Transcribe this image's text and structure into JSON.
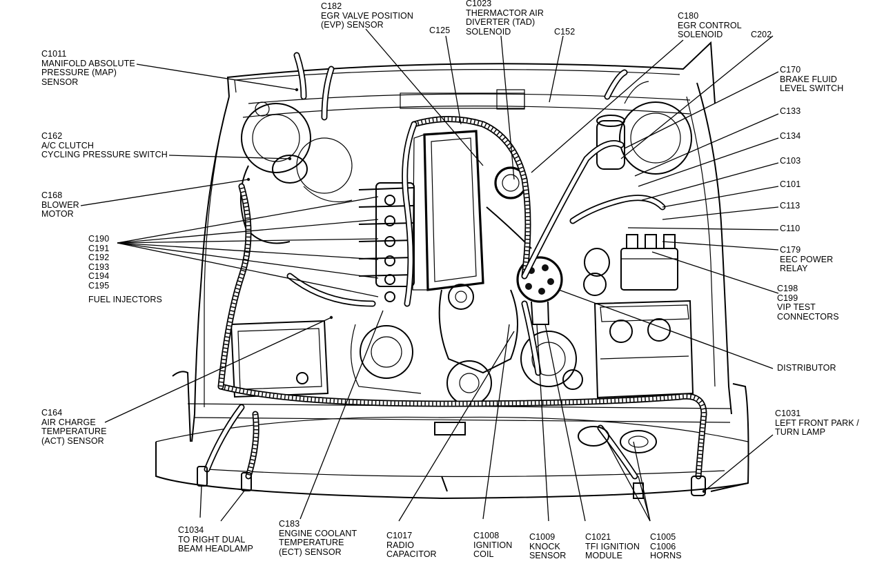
{
  "labels": {
    "c1011": [
      "C1011",
      "MANIFOLD ABSOLUTE",
      "PRESSURE (MAP)",
      "SENSOR"
    ],
    "c162": [
      "C162",
      "A/C CLUTCH",
      "CYCLING PRESSURE SWITCH"
    ],
    "c168": [
      "C168",
      "BLOWER",
      "MOTOR"
    ],
    "c190": [
      "C190",
      "C191",
      "C192",
      "C193",
      "C194",
      "C195"
    ],
    "fuel_injectors": [
      "FUEL INJECTORS"
    ],
    "c164": [
      "C164",
      "AIR CHARGE",
      "TEMPERATURE",
      "(ACT) SENSOR"
    ],
    "c1034": [
      "C1034",
      "TO RIGHT DUAL",
      "BEAM HEADLAMP"
    ],
    "c183": [
      "C183",
      "ENGINE COOLANT",
      "TEMPERATURE",
      "(ECT) SENSOR"
    ],
    "c1017": [
      "C1017",
      "RADIO",
      "CAPACITOR"
    ],
    "c1008": [
      "C1008",
      "IGNITION",
      "COIL"
    ],
    "c1009": [
      "C1009",
      "KNOCK",
      "SENSOR"
    ],
    "c1021": [
      "C1021",
      "TFI IGNITION",
      "MODULE"
    ],
    "c1005": [
      "C1005",
      "C1006",
      "HORNS"
    ],
    "c182": [
      "C182",
      "EGR VALVE POSITION",
      "(EVP) SENSOR"
    ],
    "c125": [
      "C125"
    ],
    "c1023": [
      "C1023",
      "THERMACTOR AIR",
      "DIVERTER (TAD)",
      "SOLENOID"
    ],
    "c152": [
      "C152"
    ],
    "c180": [
      "C180",
      "EGR CONTROL",
      "SOLENOID"
    ],
    "c202": [
      "C202"
    ],
    "c170": [
      "C170",
      "BRAKE FLUID",
      "LEVEL SWITCH"
    ],
    "c133": [
      "C133"
    ],
    "c134": [
      "C134"
    ],
    "c103": [
      "C103"
    ],
    "c101": [
      "C101"
    ],
    "c113": [
      "C113"
    ],
    "c110": [
      "C110"
    ],
    "c179": [
      "C179",
      "EEC POWER",
      "RELAY"
    ],
    "c198": [
      "C198",
      "C199",
      "VIP TEST",
      "CONNECTORS"
    ],
    "distributor": [
      "DISTRIBUTOR"
    ],
    "c1031": [
      "C1031",
      "LEFT FRONT PARK /",
      "TURN LAMP"
    ]
  }
}
